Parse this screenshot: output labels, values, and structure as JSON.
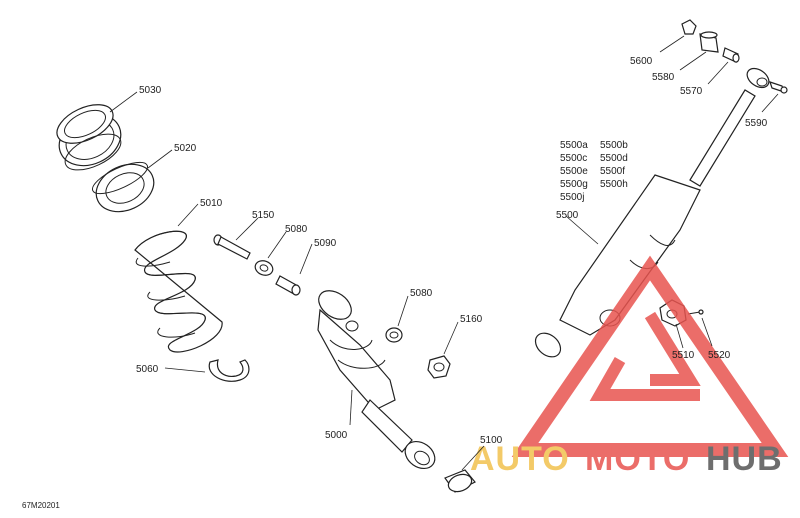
{
  "diagram": {
    "drawing_code": "67M20201",
    "callouts": {
      "c5030": "5030",
      "c5020": "5020",
      "c5010": "5010",
      "c5060": "5060",
      "c5150": "5150",
      "c5080a": "5080",
      "c5090": "5090",
      "c5080b": "5080",
      "c5160": "5160",
      "c5000": "5000",
      "c5100": "5100",
      "c5600": "5600",
      "c5580": "5580",
      "c5570": "5570",
      "c5590": "5590",
      "c5500a": "5500a",
      "c5500b": "5500b",
      "c5500c": "5500c",
      "c5500d": "5500d",
      "c5500e": "5500e",
      "c5500f": "5500f",
      "c5500g": "5500g",
      "c5500h": "5500h",
      "c5500j": "5500j",
      "c5500": "5500",
      "c5510": "5510",
      "c5520": "5520"
    }
  },
  "watermark": {
    "word_auto": "AUTO",
    "word_moto": "MOTO",
    "word_hub": "HUB",
    "color_red": "#e8544f",
    "color_gold": "#f2c14e",
    "color_gray": "#555555"
  }
}
